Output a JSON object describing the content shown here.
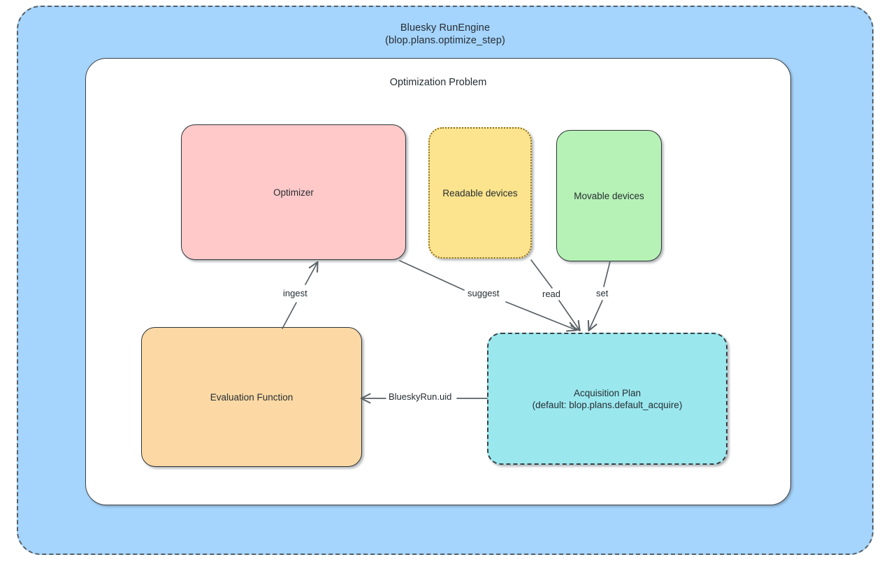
{
  "outer": {
    "title_line1": "Bluesky RunEngine",
    "title_line2": "(blop.plans.optimize_step)",
    "fill_color": "#a5d4fc",
    "border_style": "dashed"
  },
  "inner": {
    "title": "Optimization Problem",
    "fill_color": "#ffffff",
    "border_style": "solid"
  },
  "nodes": [
    {
      "id": "optimizer",
      "label": "Optimizer",
      "fill_color": "#ffc9c9",
      "border_style": "solid"
    },
    {
      "id": "readable-devices",
      "label": "Readable devices",
      "fill_color": "#fbe48d",
      "border_style": "dotted"
    },
    {
      "id": "movable-devices",
      "label": "Movable devices",
      "fill_color": "#b6f2b6",
      "border_style": "solid"
    },
    {
      "id": "evaluation-function",
      "label": "Evaluation Function",
      "fill_color": "#fcd9a4",
      "border_style": "solid"
    },
    {
      "id": "acquisition-plan",
      "label_line1": "Acquisition Plan",
      "label_line2": "(default: blop.plans.default_acquire)",
      "fill_color": "#9ae8ee",
      "border_style": "dashed"
    }
  ],
  "edges": [
    {
      "id": "ingest",
      "label": "ingest",
      "from": "evaluation-function",
      "to": "optimizer"
    },
    {
      "id": "suggest",
      "label": "suggest",
      "from": "optimizer",
      "to": "acquisition-plan"
    },
    {
      "id": "read",
      "label": "read",
      "from": "readable-devices",
      "to": "acquisition-plan"
    },
    {
      "id": "set",
      "label": "set",
      "from": "movable-devices",
      "to": "acquisition-plan"
    },
    {
      "id": "uid",
      "label": "BlueskyRun.uid",
      "from": "acquisition-plan",
      "to": "evaluation-function"
    }
  ],
  "colors": {
    "edge_stroke": "#5a6268",
    "text": "#262d33",
    "border_dark": "#2e3438"
  }
}
